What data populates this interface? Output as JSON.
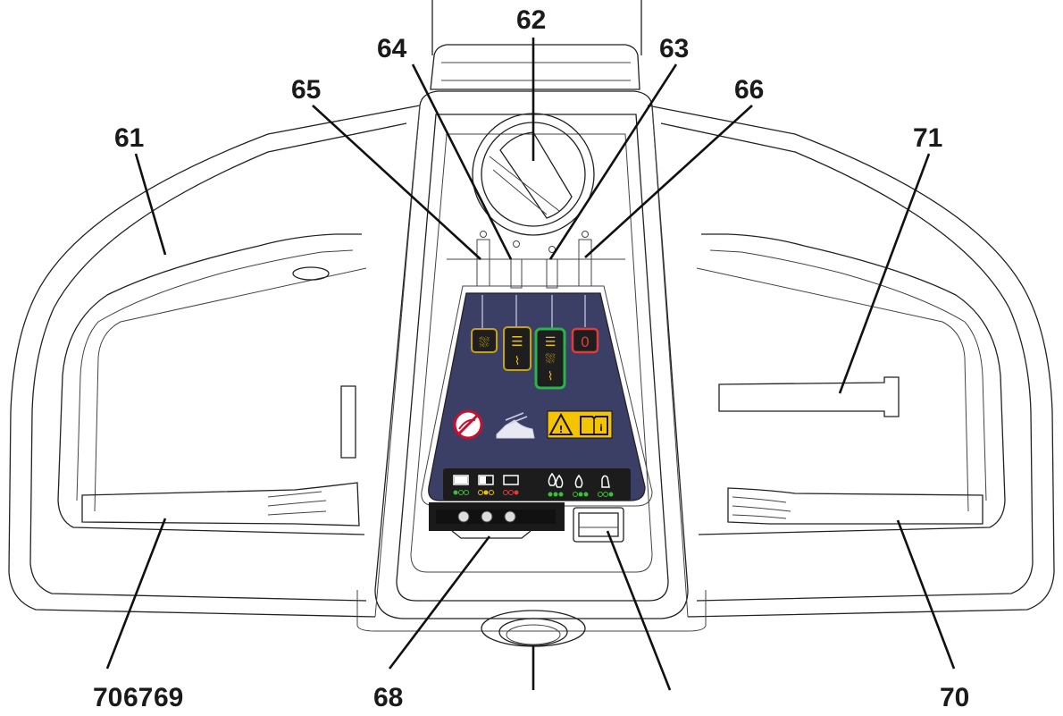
{
  "labels": {
    "l61": "61",
    "l62": "62",
    "l63": "63",
    "l64": "64",
    "l65": "65",
    "l66": "66",
    "l68": "68",
    "l70a": "70",
    "l67": "67",
    "l69": "69",
    "l70b": "70",
    "l71": "71"
  },
  "colors": {
    "panel": "#3b3f66",
    "button_green": "#2bb34a",
    "button_red": "#e03a3a",
    "warning_yellow": "#f5c400",
    "prohibit_red": "#c8102e",
    "led_green": "#3bbf3b",
    "led_yellow": "#f2c200",
    "led_red": "#e23b3b"
  },
  "icons": [
    "brush-icon",
    "vacuum-brush-icon",
    "scrub-vacuum-icon",
    "stop-icon",
    "no-hose-icon",
    "hand-scrub-icon",
    "warning-icon",
    "manual-icon",
    "battery-icon",
    "water-drop-icon",
    "detergent-icon"
  ]
}
